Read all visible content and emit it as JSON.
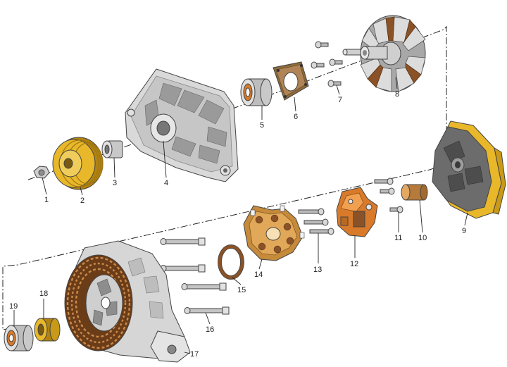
{
  "diagram": {
    "part_labels": [
      "1",
      "2",
      "3",
      "4",
      "5",
      "6",
      "7",
      "8",
      "9",
      "10",
      "11",
      "12",
      "13",
      "14",
      "15",
      "16",
      "17",
      "18",
      "19"
    ]
  },
  "colors": {
    "metal": "#d4d4d4",
    "metal_dark": "#8f8f8f",
    "gold": "#e8b82a",
    "gold_dark": "#b08210",
    "copper": "#8a5226",
    "copper_light": "#c98a4a",
    "orange": "#d87a2a",
    "line": "#222222"
  }
}
